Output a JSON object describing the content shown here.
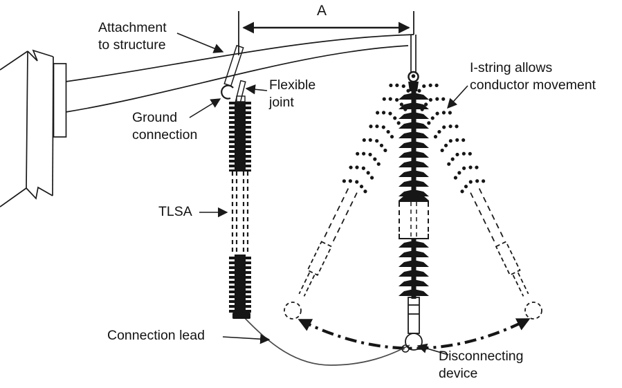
{
  "labels": {
    "attachment": {
      "line1": "Attachment",
      "line2": "to structure"
    },
    "flexible_joint": {
      "line1": "Flexible",
      "line2": "joint"
    },
    "ground_connection": {
      "line1": "Ground",
      "line2": "connection"
    },
    "tlsa": "TLSA",
    "connection_lead": "Connection lead",
    "i_string": {
      "line1": "I-string allows",
      "line2": "conductor movement"
    },
    "disconnecting_device": {
      "line1": "Disconnecting",
      "line2": "device"
    },
    "dimension_a": "A"
  },
  "colors": {
    "hardware_highlight": "#b9dde3",
    "diagram_line": "#1a1a1a",
    "insulator_fill": "#161616",
    "lead_line": "#4a4a4a",
    "background": "#ffffff"
  }
}
